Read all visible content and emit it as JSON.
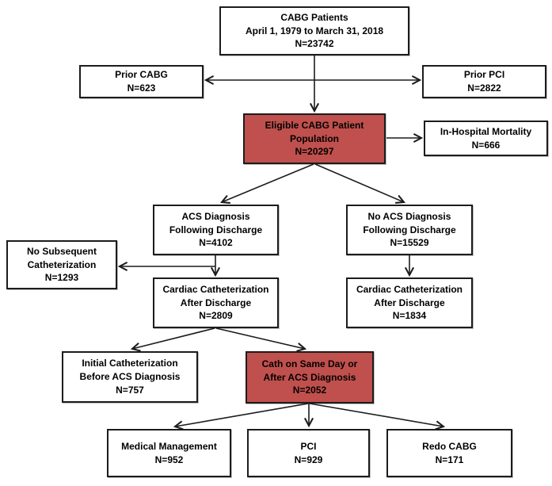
{
  "figure": {
    "type": "flowchart",
    "background": "#ffffff",
    "box_fill": "#ffffff",
    "highlight_fill": "#c0504d",
    "border_color": "#1c1c1c",
    "text_color": "#000000"
  },
  "nodes": {
    "cabg_patients": {
      "text": "CABG Patients\nApril 1, 1979 to March 31, 2018\nN=23742",
      "n": 23742,
      "highlighted": false
    },
    "prior_cabg": {
      "text": "Prior CABG\nN=623",
      "n": 623,
      "highlighted": false
    },
    "prior_pci": {
      "text": "Prior PCI\nN=2822",
      "n": 2822,
      "highlighted": false
    },
    "eligible": {
      "text": "Eligible CABG Patient\nPopulation\nN=20297",
      "n": 20297,
      "highlighted": true
    },
    "mortality": {
      "text": "In-Hospital Mortality\nN=666",
      "n": 666,
      "highlighted": false
    },
    "acs": {
      "text": "ACS Diagnosis\nFollowing Discharge\nN=4102",
      "n": 4102,
      "highlighted": false
    },
    "no_acs": {
      "text": "No ACS Diagnosis\nFollowing Discharge\nN=15529",
      "n": 15529,
      "highlighted": false
    },
    "no_sub": {
      "text": "No Subsequent\nCatheterization\nN=1293",
      "n": 1293,
      "highlighted": false
    },
    "cath_left": {
      "text": "Cardiac Catheterization\nAfter Discharge\nN=2809",
      "n": 2809,
      "highlighted": false
    },
    "cath_right": {
      "text": "Cardiac Catheterization\nAfter Discharge\nN=1834",
      "n": 1834,
      "highlighted": false
    },
    "initial": {
      "text": "Initial Catheterization\nBefore ACS Diagnosis\nN=757",
      "n": 757,
      "highlighted": false
    },
    "same_day": {
      "text": "Cath on Same Day or\nAfter ACS Diagnosis\nN=2052",
      "n": 2052,
      "highlighted": true
    },
    "medical": {
      "text": "Medical Management\nN=952",
      "n": 952,
      "highlighted": false
    },
    "pci": {
      "text": "PCI\nN=929",
      "n": 929,
      "highlighted": false
    },
    "redo": {
      "text": "Redo CABG\nN=171",
      "n": 171,
      "highlighted": false
    }
  },
  "edges": [
    {
      "from": "cabg_patients",
      "to": "prior_cabg",
      "style": "arrow"
    },
    {
      "from": "cabg_patients",
      "to": "prior_pci",
      "style": "arrow"
    },
    {
      "from": "cabg_patients",
      "to": "eligible",
      "style": "arrow"
    },
    {
      "from": "eligible",
      "to": "mortality",
      "style": "arrow"
    },
    {
      "from": "eligible",
      "to": "acs",
      "style": "arrow"
    },
    {
      "from": "eligible",
      "to": "no_acs",
      "style": "arrow"
    },
    {
      "from": "acs",
      "to": "no_sub",
      "style": "arrow"
    },
    {
      "from": "acs",
      "to": "cath_left",
      "style": "arrow"
    },
    {
      "from": "no_acs",
      "to": "cath_right",
      "style": "arrow"
    },
    {
      "from": "cath_left",
      "to": "initial",
      "style": "arrow"
    },
    {
      "from": "cath_left",
      "to": "same_day",
      "style": "arrow"
    },
    {
      "from": "same_day",
      "to": "medical",
      "style": "arrow"
    },
    {
      "from": "same_day",
      "to": "pci",
      "style": "arrow"
    },
    {
      "from": "same_day",
      "to": "redo",
      "style": "arrow"
    }
  ]
}
